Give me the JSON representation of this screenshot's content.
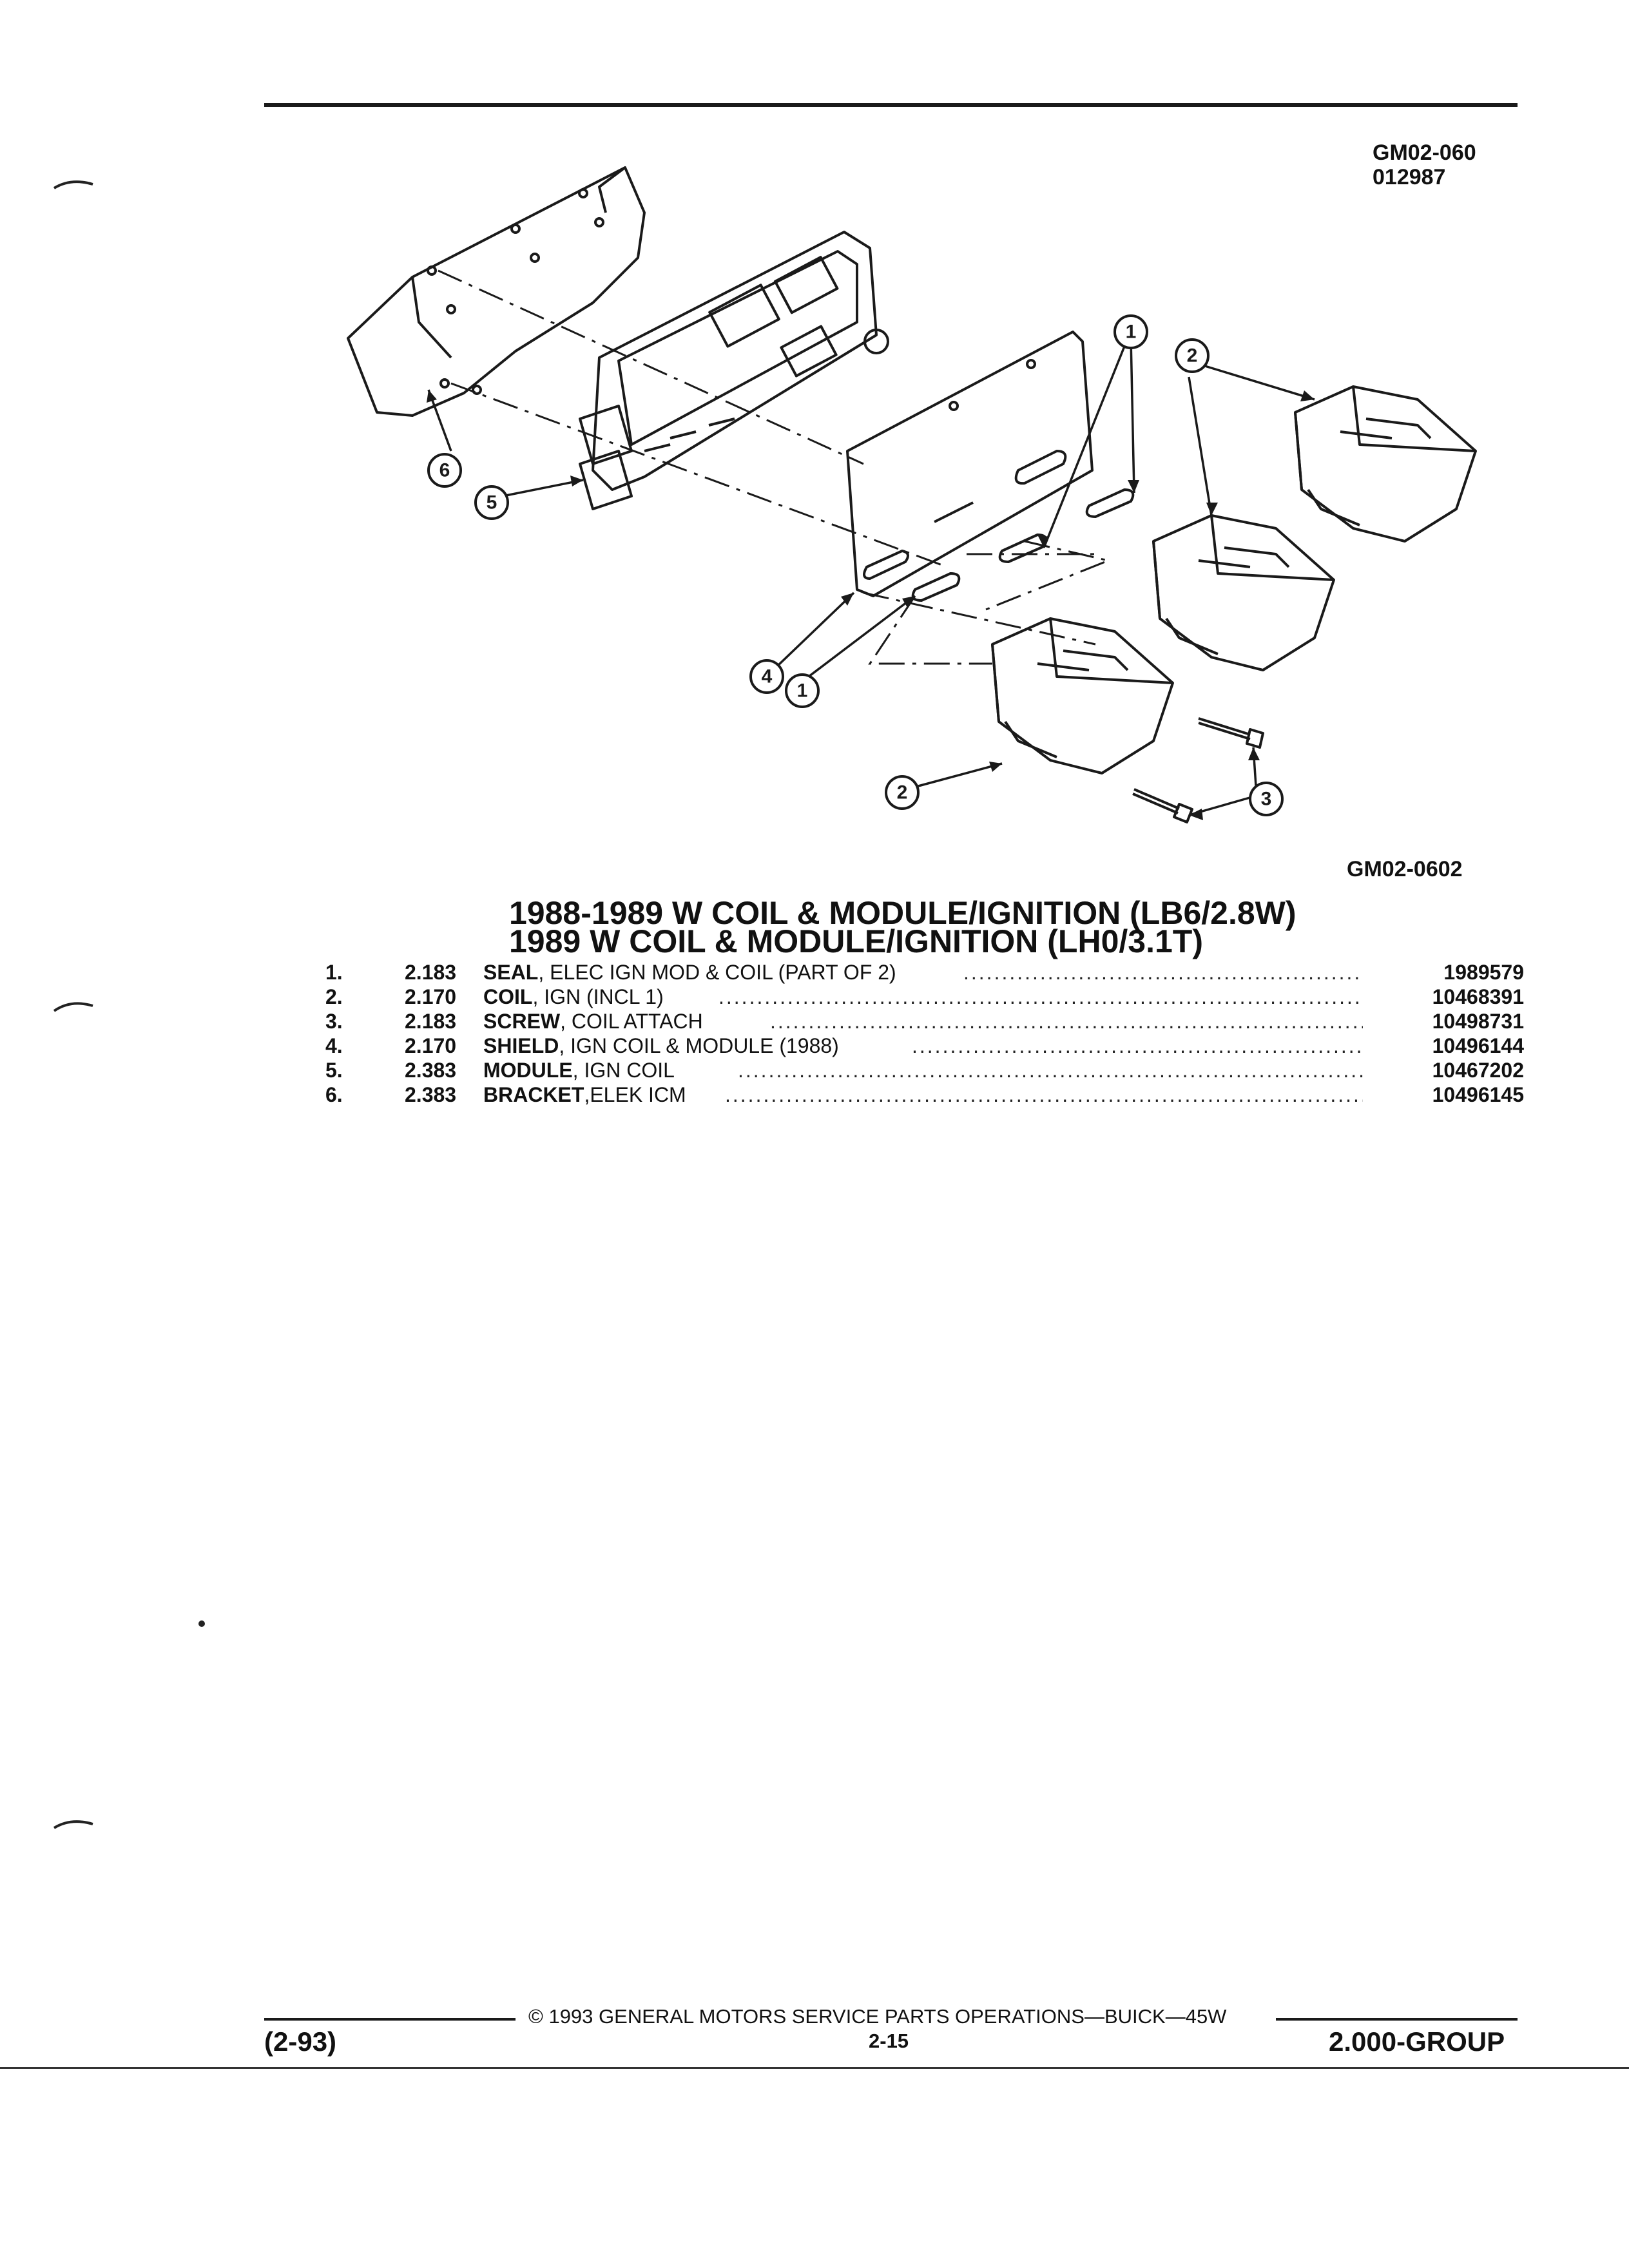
{
  "header": {
    "drawing_ids": [
      "GM02-060",
      "012987"
    ],
    "figure_id": "GM02-0602"
  },
  "callouts": [
    "1",
    "1",
    "2",
    "2",
    "3",
    "4",
    "5",
    "6"
  ],
  "title": {
    "line1": "1988-1989 W COIL & MODULE/IGNITION (LB6/2.8W)",
    "line2": "1989 W COIL & MODULE/IGNITION (LH0/3.1T)"
  },
  "parts": [
    {
      "num": "1.",
      "ref": "2.183",
      "name": "SEAL",
      "desc": ", ELEC IGN MOD & COIL (PART OF 2)",
      "part_no": "1989579"
    },
    {
      "num": "2.",
      "ref": "2.170",
      "name": "COIL",
      "desc": ", IGN (INCL 1)",
      "part_no": "10468391"
    },
    {
      "num": "3.",
      "ref": "2.183",
      "name": "SCREW",
      "desc": ", COIL ATTACH",
      "part_no": "10498731"
    },
    {
      "num": "4.",
      "ref": "2.170",
      "name": "SHIELD",
      "desc": ", IGN COIL & MODULE (1988)",
      "part_no": "10496144"
    },
    {
      "num": "5.",
      "ref": "2.383",
      "name": "MODULE",
      "desc": ", IGN COIL",
      "part_no": "10467202"
    },
    {
      "num": "6.",
      "ref": "2.383",
      "name": "BRACKET",
      "desc": ",ELEK ICM",
      "part_no": "10496145"
    }
  ],
  "footer": {
    "left": "(2-93)",
    "center": "© 1993 GENERAL MOTORS SERVICE PARTS OPERATIONS—BUICK—45W",
    "page": "2-15",
    "right": "2.000-GROUP"
  }
}
